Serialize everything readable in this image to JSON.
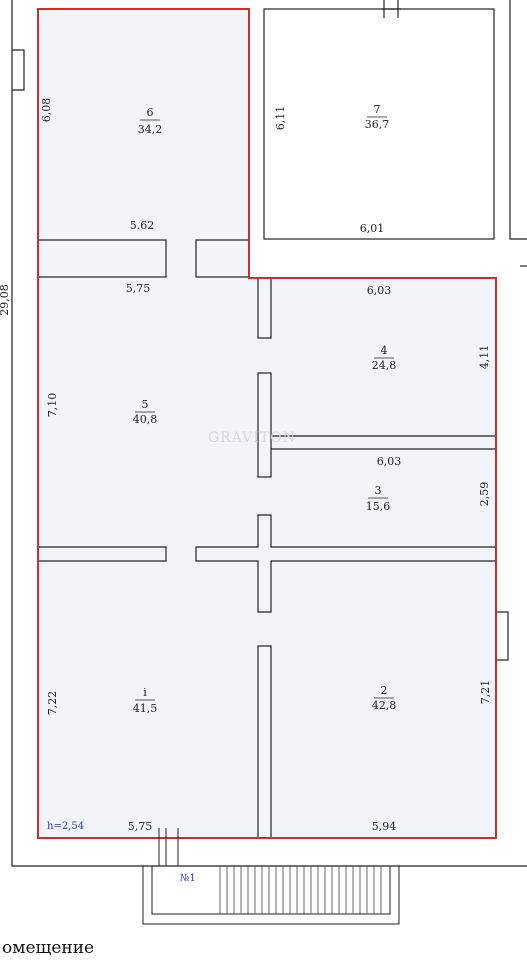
{
  "rooms": [
    {
      "number": "6",
      "area": "34,2"
    },
    {
      "number": "7",
      "area": "36,7"
    },
    {
      "number": "4",
      "area": "24,8"
    },
    {
      "number": "5",
      "area": "40,8"
    },
    {
      "number": "3",
      "area": "15,6"
    },
    {
      "number": "i",
      "area": "41,5"
    },
    {
      "number": "2",
      "area": "42,8"
    }
  ],
  "dimensions": [
    "6,08",
    "5.62",
    "6,11",
    "6,01",
    "5,75",
    "6,03",
    "4,11",
    "7,10",
    "6,03",
    "2,59",
    "7,22",
    "7,21",
    "5,75",
    "5,94",
    "29,08"
  ],
  "height_note": "h=2,54",
  "entrance_label": "№1",
  "watermark": "GRAVITON",
  "caption": "омещение",
  "colors": {
    "outline": "#d42a2a",
    "floor": "#f1f4f9",
    "wall": "#222222",
    "note": "#2b3fa0"
  }
}
